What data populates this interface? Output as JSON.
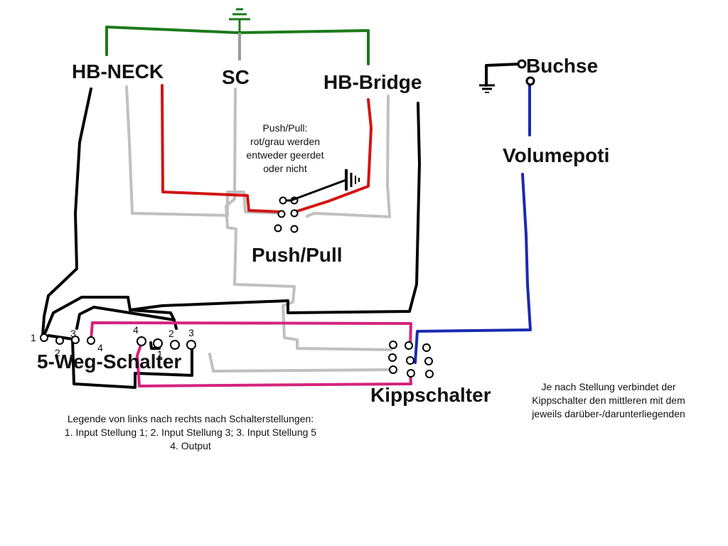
{
  "labels": {
    "hb_neck": "HB-NECK",
    "sc": "SC",
    "hb_bridge": "HB-Bridge",
    "buchse": "Buchse",
    "volumepoti": "Volumepoti",
    "push_pull": "Push/Pull",
    "five_way": "5-Weg-Schalter",
    "kippschalter": "Kippschalter"
  },
  "push_pull_note": [
    "Push/Pull:",
    "rot/grau werden",
    "entweder geerdet",
    "oder nicht"
  ],
  "legend": [
    "Legende von links nach rechts  nach Schalterstellungen:",
    "1. Input Stellung 1; 2. Input Stellung 3; 3. Input Stellung 5",
    "4. Output"
  ],
  "kipp_note": [
    "Je nach Stellung verbindet der",
    "Kippschalter den mittleren mit dem",
    "jeweils darüber-/darunterliegenden"
  ],
  "switch_numbers_left": [
    "1",
    "2",
    "3",
    "4"
  ],
  "switch_numbers_right": [
    "4",
    "1",
    "2",
    "3"
  ],
  "colors": {
    "ground": "#1b7a1b",
    "hot_red": "#d21414",
    "grey": "#c0c0c0",
    "black": "#000000",
    "magenta": "#d4237d",
    "blue": "#1a2ab0"
  }
}
